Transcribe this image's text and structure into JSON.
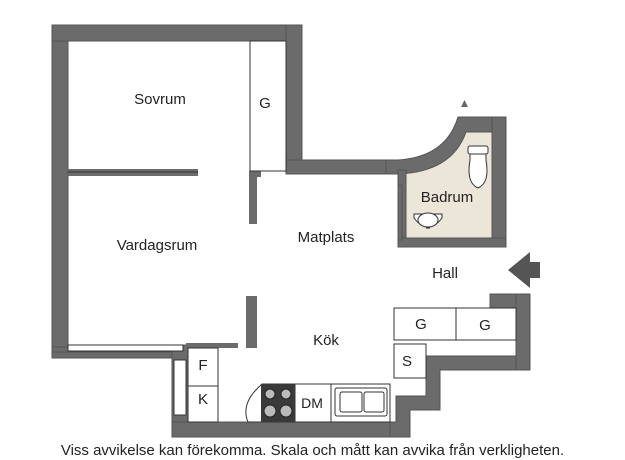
{
  "rooms": {
    "sovrum": "Sovrum",
    "vardagsrum": "Vardagsrum",
    "matplats": "Matplats",
    "badrum": "Badrum",
    "hall": "Hall",
    "kok": "Kök"
  },
  "fixtures": {
    "wardrobe_bedroom": "G",
    "wardrobe_hall_1": "G",
    "wardrobe_hall_2": "G",
    "storage": "S",
    "fridge": "F",
    "freezer": "K",
    "dishwasher": "DM"
  },
  "disclaimer": "Viss avvikelse kan förekomma. Skala och mått kan avvika från verkligheten.",
  "colors": {
    "wall": "#6b6b6b",
    "wall_edge": "#555555",
    "bathroom_floor": "#ece6d8",
    "line": "#333333",
    "text": "#222222"
  }
}
